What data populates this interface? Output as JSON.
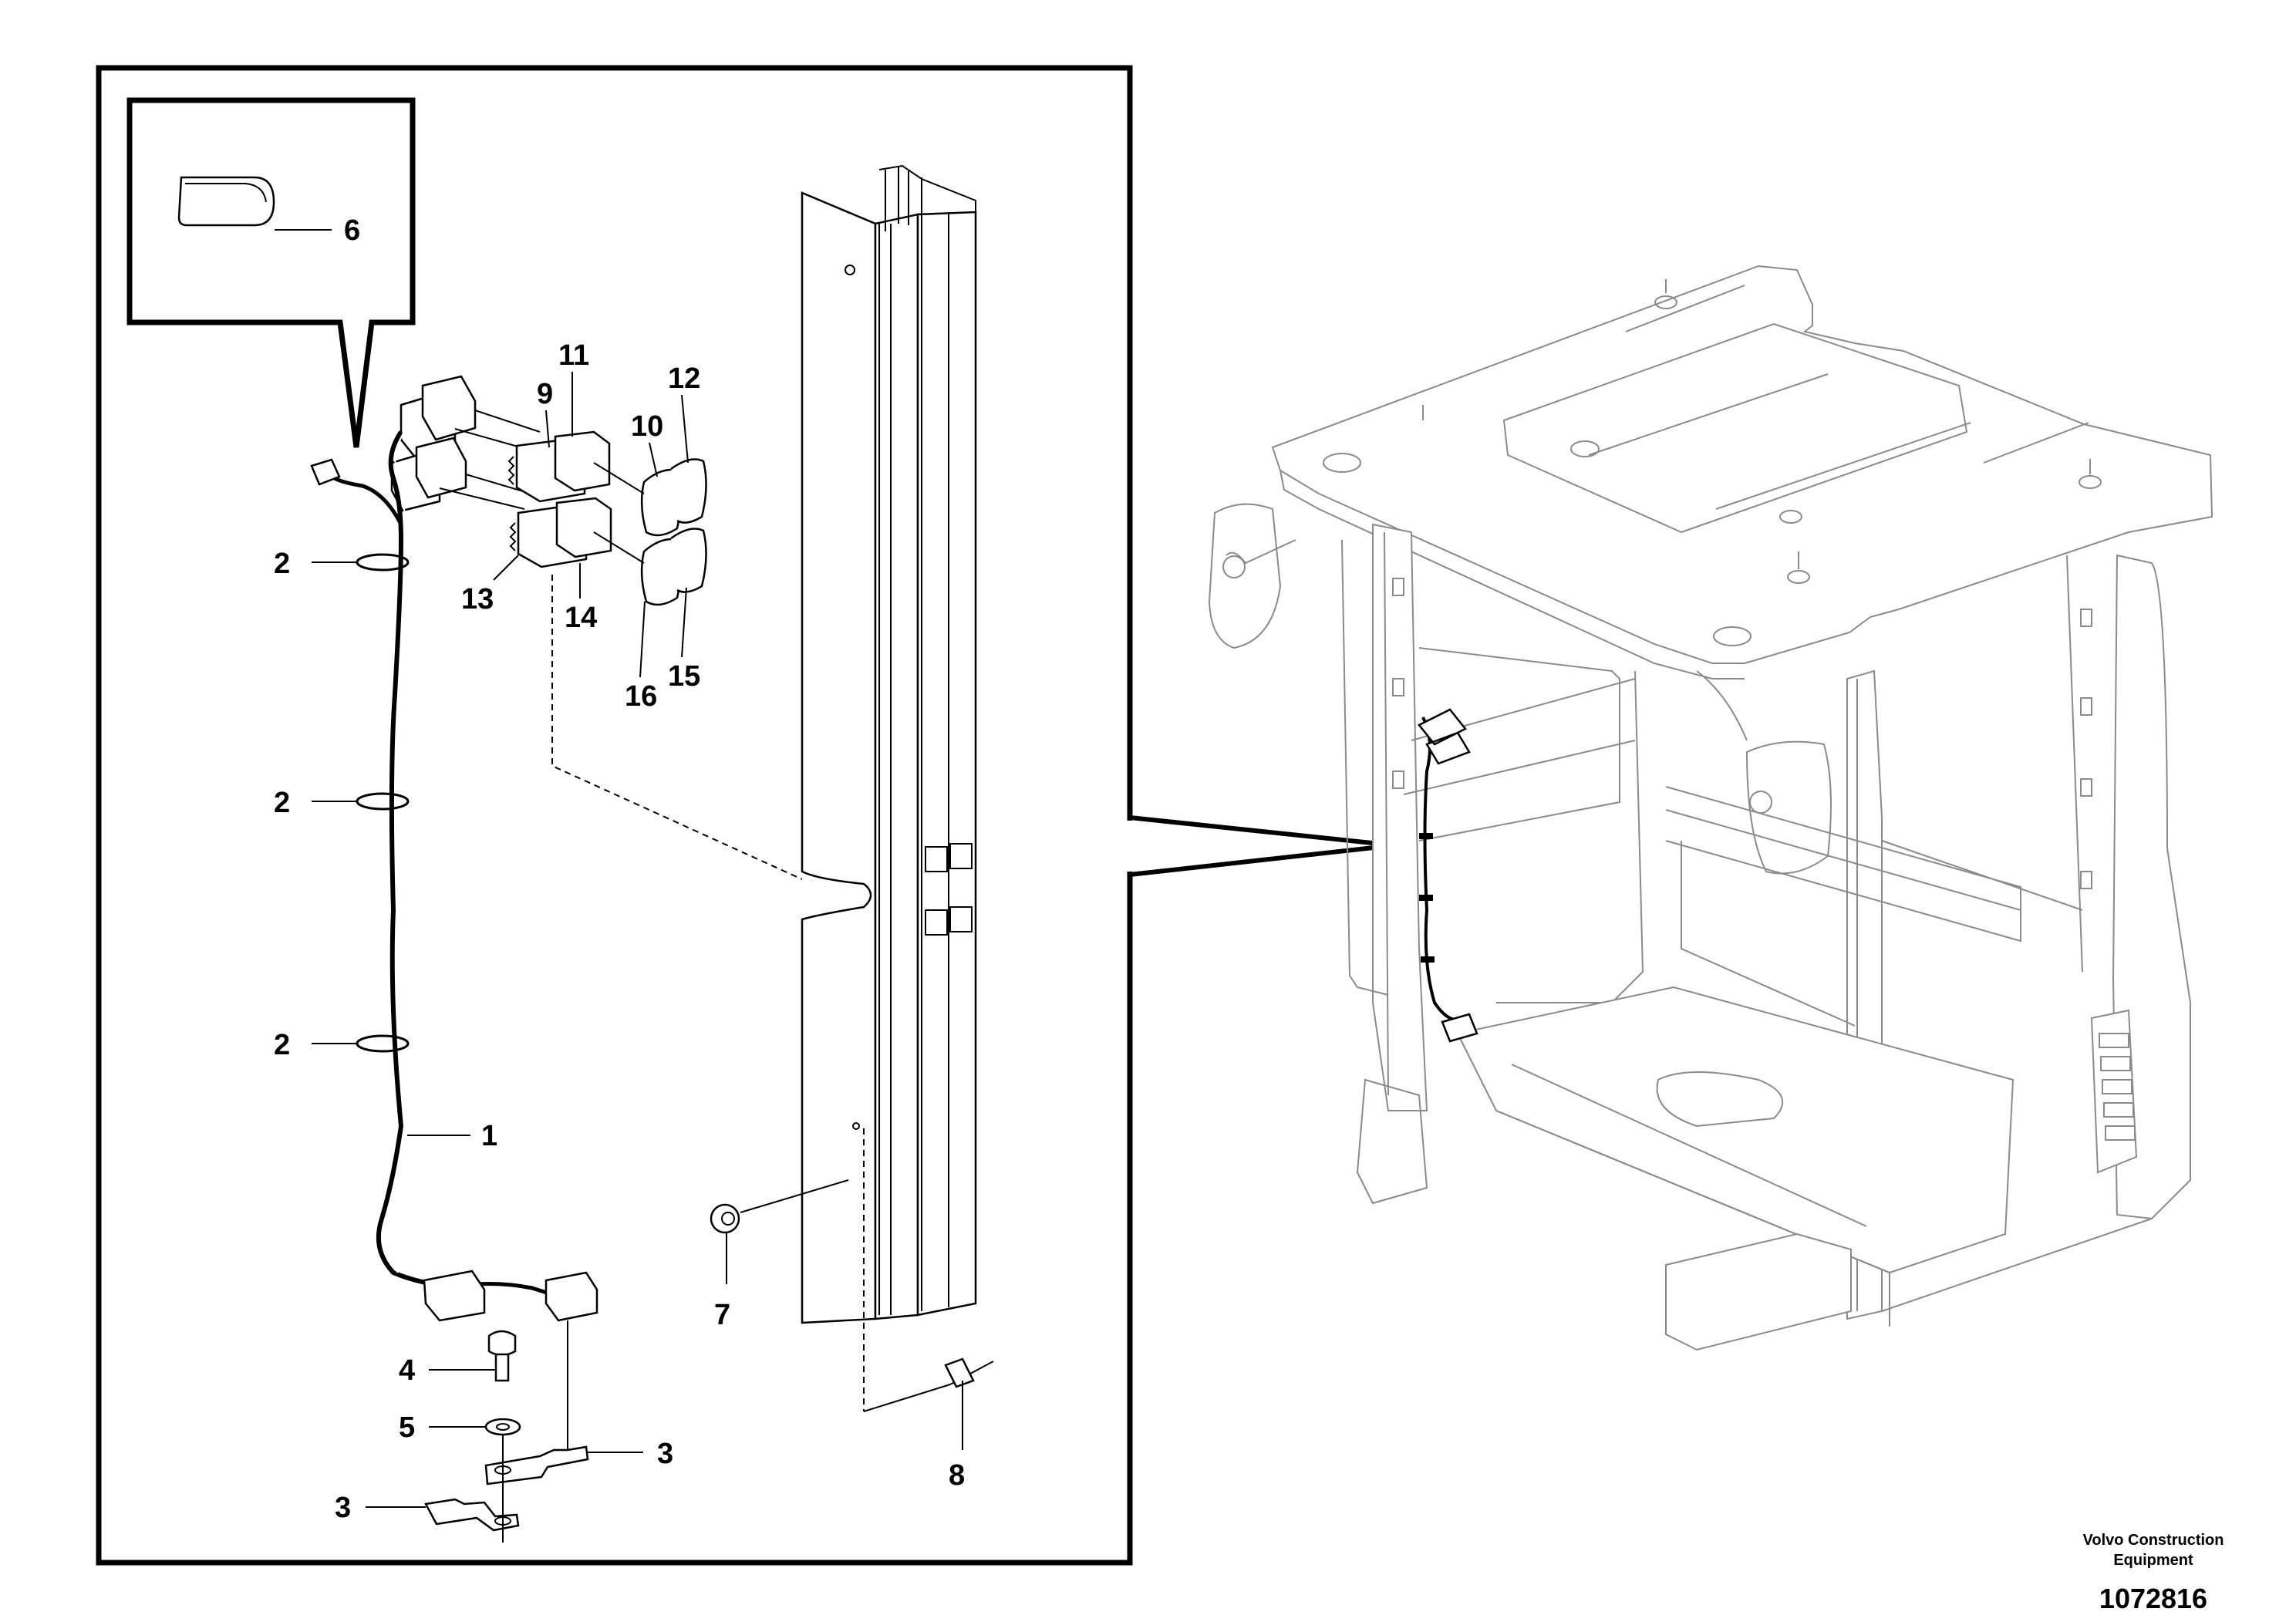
{
  "callouts": {
    "c1": "1",
    "c2a": "2",
    "c2b": "2",
    "c2c": "2",
    "c3a": "3",
    "c3b": "3",
    "c4": "4",
    "c5": "5",
    "c6": "6",
    "c7": "7",
    "c8": "8",
    "c9": "9",
    "c10": "10",
    "c11": "11",
    "c12": "12",
    "c13": "13",
    "c14": "14",
    "c15": "15",
    "c16": "16"
  },
  "brand": {
    "line1": "Volvo Construction",
    "line2": "Equipment"
  },
  "document_number": "1072816"
}
